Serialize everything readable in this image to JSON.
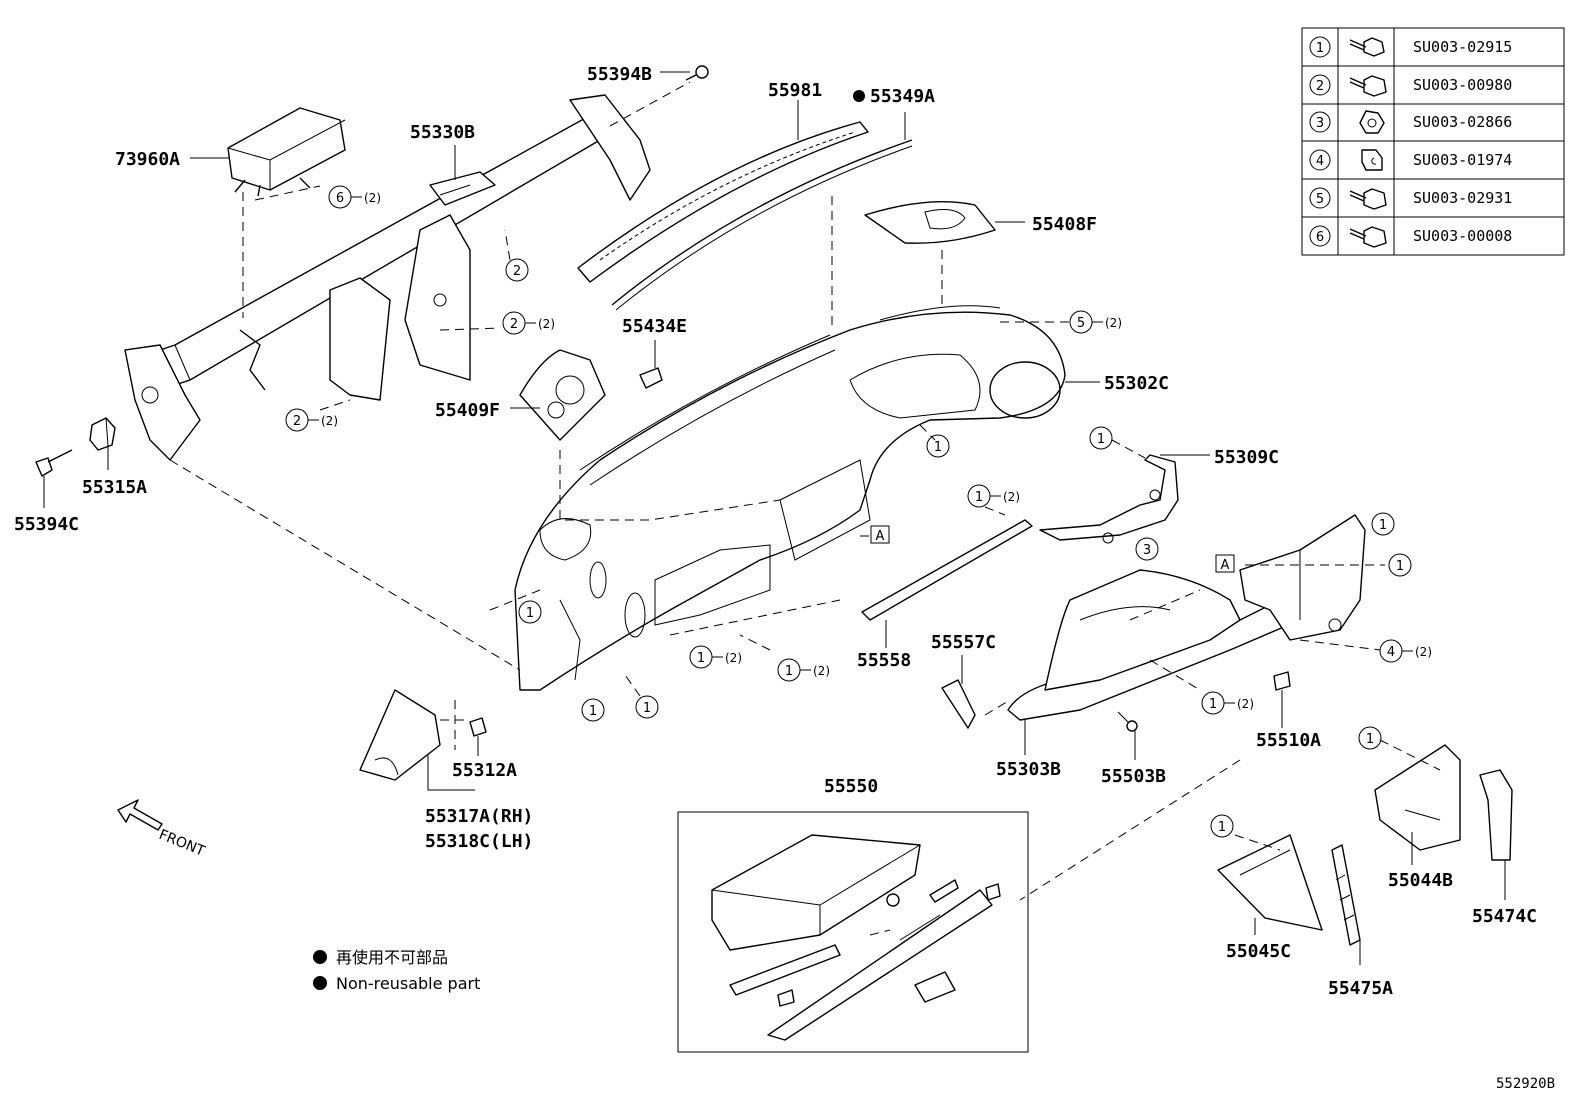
{
  "parts": {
    "p55394B": "55394B",
    "p73960A": "73960A",
    "p55330B": "55330B",
    "p55981": "55981",
    "p55349A": "55349A",
    "p55408F": "55408F",
    "p55434E": "55434E",
    "p55302C": "55302C",
    "p55409F": "55409F",
    "p55315A": "55315A",
    "p55394C": "55394C",
    "p55309C": "55309C",
    "p55558": "55558",
    "p55557C": "55557C",
    "p55510A": "55510A",
    "p55303B": "55303B",
    "p55503B": "55503B",
    "p55312A": "55312A",
    "p55317A": "55317A(RH)",
    "p55318C": "55318C(LH)",
    "p55550": "55550",
    "p55044B": "55044B",
    "p55474C": "55474C",
    "p55045C": "55045C",
    "p55475A": "55475A"
  },
  "refs": {
    "n1": "1",
    "n2": "2",
    "n3": "3",
    "n4": "4",
    "n5": "5",
    "n6": "6",
    "qty2": "(2)",
    "boxA": "A"
  },
  "front_label": "FRONT",
  "legend": {
    "line_jp": "再使用不可部品",
    "line_en": "Non-reusable part"
  },
  "fastener_table": [
    {
      "ref": "1",
      "part": "SU003-02915",
      "icon": "bolt-icon"
    },
    {
      "ref": "2",
      "part": "SU003-00980",
      "icon": "bolt-icon"
    },
    {
      "ref": "3",
      "part": "SU003-02866",
      "icon": "nut-icon"
    },
    {
      "ref": "4",
      "part": "SU003-01974",
      "icon": "clip-icon"
    },
    {
      "ref": "5",
      "part": "SU003-02931",
      "icon": "bolt-icon"
    },
    {
      "ref": "6",
      "part": "SU003-00008",
      "icon": "bolt-icon"
    }
  ],
  "diagram_id": "552920B"
}
